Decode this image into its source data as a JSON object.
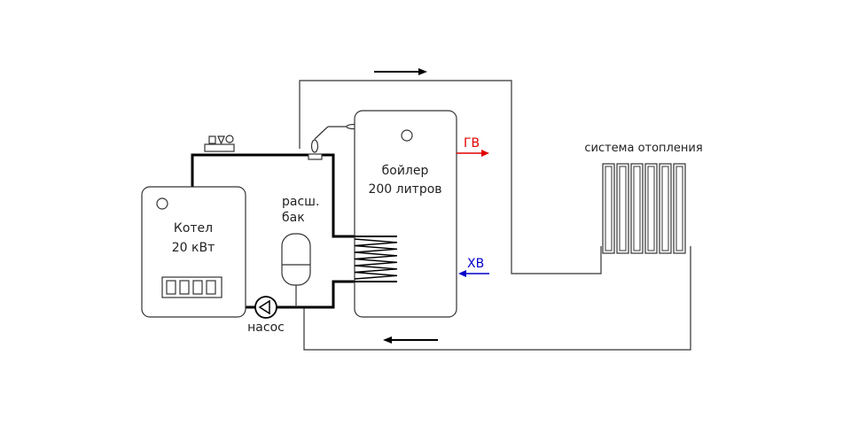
{
  "labels": {
    "boiler_unit_line1": "Котел",
    "boiler_unit_line2": "20 кВт",
    "tank_line1": "бойлер",
    "tank_line2": "200 литров",
    "expansion_line1": "расш.",
    "expansion_line2": "бак",
    "pump": "насос",
    "heating_system": "система отопления",
    "hot_water": "ГВ",
    "cold_water": "ХВ"
  },
  "colors": {
    "hot_water": "#e00000",
    "cold_water": "#0000cc",
    "pipe": "#000000",
    "line": "#333333"
  },
  "radiator_sections": 6,
  "icons": [
    "valve-group-icon",
    "pump-icon",
    "temperature-sensor-icon",
    "flow-arrow-icon"
  ]
}
